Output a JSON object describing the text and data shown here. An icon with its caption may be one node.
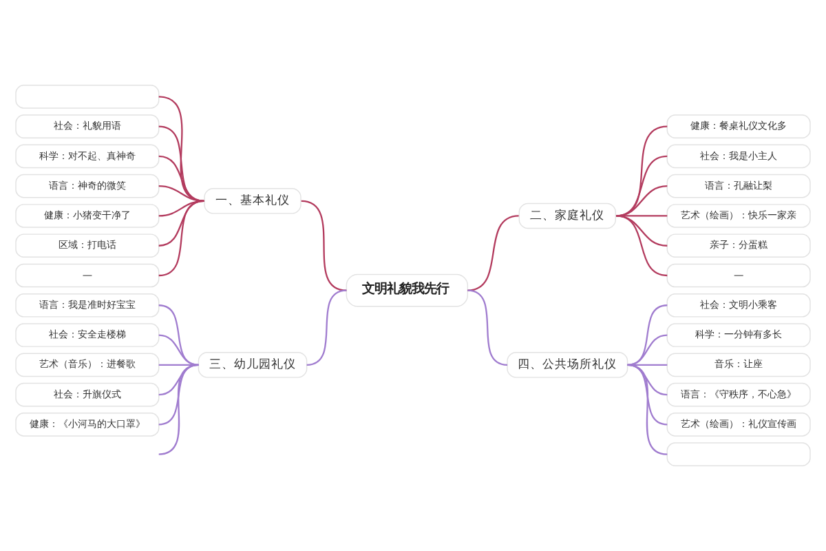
{
  "diagram": {
    "nodes": [
      {
        "text": [
          "文明礼貌我先行"
        ]
      },
      {
        "text": [
          "一、基本礼仪"
        ]
      },
      {
        "text": [],
        "shape": "box"
      },
      {
        "text": [
          "社会：礼貌用语"
        ]
      },
      {
        "text": [
          "科学：对不起、真神奇"
        ]
      },
      {
        "text": [
          "语言：神奇的微笑"
        ]
      },
      {
        "text": [
          "健康：小猪变干净了"
        ]
      },
      {
        "text": [
          "区域：打电话"
        ]
      },
      {
        "text": [
          "—"
        ]
      },
      {
        "text": [
          "二、家庭礼仪"
        ]
      },
      {
        "text": [
          "健康：餐桌礼仪文化多"
        ]
      },
      {
        "text": [
          "社会：我是小主人"
        ]
      },
      {
        "text": [
          "语言：孔融让梨"
        ]
      },
      {
        "text": [
          "艺术（绘画）：快乐一家亲"
        ]
      },
      {
        "text": [
          "亲子：分蛋糕"
        ]
      },
      {
        "text": [
          "—"
        ]
      },
      {
        "text": [
          "三、幼儿园礼仪"
        ]
      },
      {
        "text": [
          "语言：我是准时好宝宝"
        ]
      },
      {
        "text": [
          "社会：安全走楼梯"
        ]
      },
      {
        "text": [
          "艺术（音乐）：进餐歌"
        ]
      },
      {
        "text": [
          "社会：升旗仪式"
        ]
      },
      {
        "text": [
          "健康：《小河马的大口罩》"
        ]
      },
      {
        "text": [
          "四、公共场所礼仪"
        ]
      },
      {
        "text": [
          "社会：文明小乘客"
        ]
      },
      {
        "text": [
          "科学：一分钟有多长"
        ]
      },
      {
        "text": [
          "音乐：让座"
        ]
      },
      {
        "text": [
          "语言：《守秩序，不心急》"
        ]
      },
      {
        "text": [
          "艺术（绘画）：礼仪宣传画"
        ]
      },
      {
        "text": [],
        "shape": "box"
      }
    ],
    "edges": [
      {
        "from": 1,
        "to": 0,
        "arrow": "none"
      },
      {
        "from": 2,
        "to": 1,
        "arrow": "none"
      },
      {
        "from": 3,
        "to": 1,
        "arrow": "none"
      },
      {
        "from": 4,
        "to": 1,
        "arrow": "none"
      },
      {
        "from": 5,
        "to": 1,
        "arrow": "none"
      },
      {
        "from": 6,
        "to": 1,
        "arrow": "none"
      },
      {
        "from": 7,
        "to": 1,
        "arrow": "none"
      },
      {
        "from": 8,
        "to": 1,
        "arrow": "none"
      },
      {
        "from": 0,
        "to": 9,
        "arrow": "none"
      },
      {
        "from": 9,
        "to": 10,
        "arrow": "none"
      },
      {
        "from": 9,
        "to": 11,
        "arrow": "none"
      },
      {
        "from": 9,
        "to": 12,
        "arrow": "none"
      },
      {
        "from": 9,
        "to": 13,
        "arrow": "none"
      },
      {
        "from": 9,
        "to": 14,
        "arrow": "none"
      },
      {
        "from": 9,
        "to": 15,
        "arrow": "none"
      },
      {
        "from": 16,
        "to": 0,
        "arrow": "none",
        "color": "#a07ccf"
      },
      {
        "from": 17,
        "to": 16,
        "arrow": "none",
        "color": "#a07ccf"
      },
      {
        "from": 18,
        "to": 16,
        "arrow": "none",
        "color": "#a07ccf"
      },
      {
        "from": 19,
        "to": 16,
        "arrow": "none",
        "color": "#a07ccf"
      },
      {
        "from": 20,
        "to": 16,
        "arrow": "none",
        "color": "#a07ccf"
      },
      {
        "from": 21,
        "to": 16,
        "arrow": "none",
        "color": "#a07ccf"
      },
      {
        "from": null,
        "to": 16,
        "arrow": "none",
        "color": "#a07ccf"
      },
      {
        "from": 0,
        "to": 22,
        "arrow": "none",
        "color": "#a07ccf"
      },
      {
        "from": 22,
        "to": 23,
        "arrow": "none",
        "color": "#a07ccf"
      },
      {
        "from": 22,
        "to": 24,
        "arrow": "none",
        "color": "#a07ccf"
      },
      {
        "from": 22,
        "to": 25,
        "arrow": "none",
        "color": "#a07ccf"
      },
      {
        "from": 22,
        "to": 26,
        "arrow": "none",
        "color": "#a07ccf"
      },
      {
        "from": 22,
        "to": 27,
        "arrow": "none",
        "color": "#a07ccf"
      },
      {
        "from": 22,
        "to": 28,
        "arrow": "none",
        "color": "#a07ccf"
      }
    ]
  }
}
